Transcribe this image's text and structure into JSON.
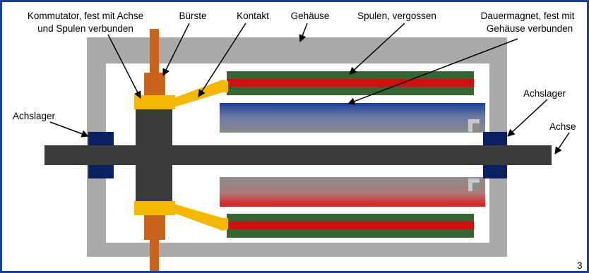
{
  "labels": {
    "kommutator_l1": "Kommutator, fest mit Achse",
    "kommutator_l2": "und Spulen verbunden",
    "buerste": "Bürste",
    "kontakt": "Kontakt",
    "gehaeuse": "Gehäuse",
    "spulen": "Spulen, vergossen",
    "magnet_l1": "Dauermagnet, fest mit",
    "magnet_l2": "Gehäuse verbunden",
    "achslager_left": "Achslager",
    "achslager_right": "Achslager",
    "achse": "Achse",
    "corner_mark": "3"
  },
  "colors": {
    "frame": "#1f3f8f",
    "housing": "#a9a9a9",
    "axle": "#3a3a3a",
    "bearing": "#0b2060",
    "brush": "#c9641c",
    "contact": "#f5b800",
    "coil_green": "#336633",
    "coil_red": "#cc1111",
    "magnet_blue": "#1a3f99",
    "magnet_gray": "#8c8c8c"
  }
}
